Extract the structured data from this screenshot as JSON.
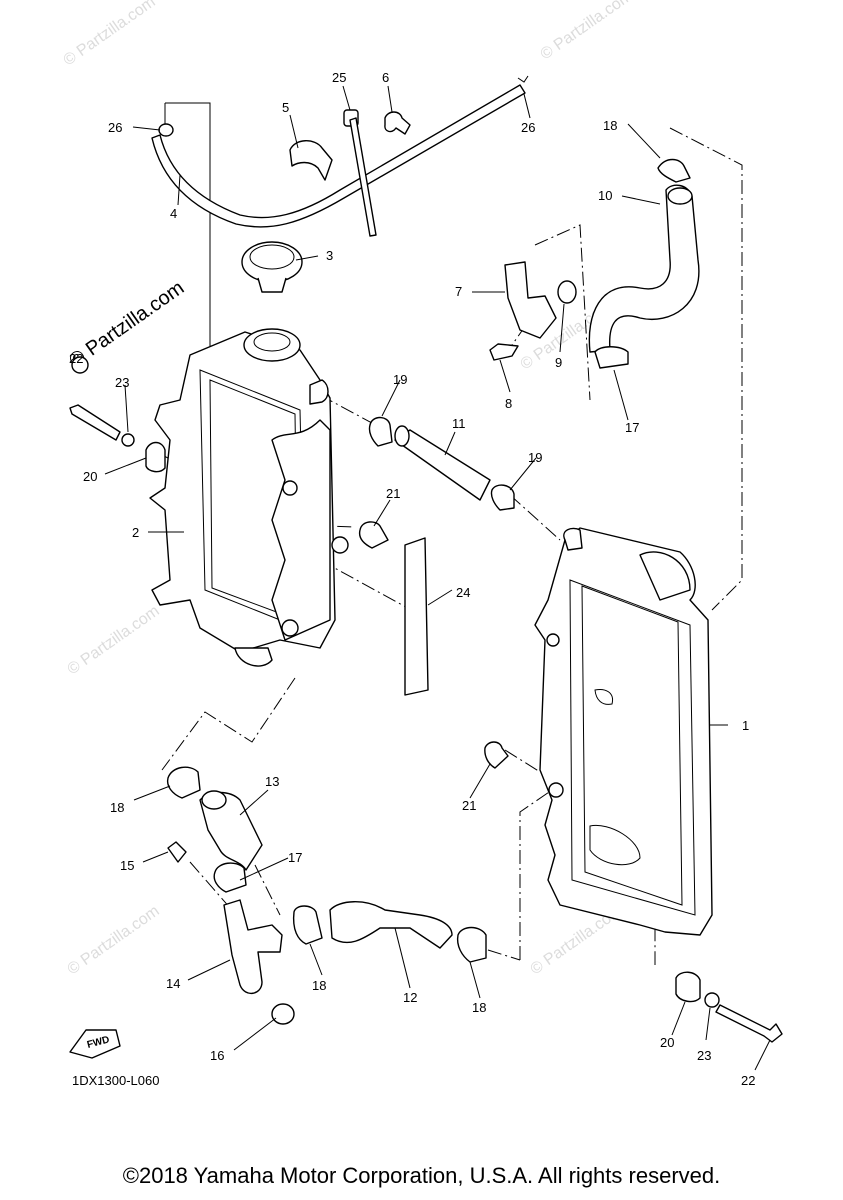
{
  "diagram": {
    "drawing_code": "1DX1300-L060",
    "fwd_label": "FWD",
    "copyright": "©2018 Yamaha Motor Corporation, U.S.A. All rights reserved.",
    "watermark_text": "© Partzilla.com",
    "watermark_dark_text": "© Partzilla.com",
    "callouts": {
      "c1": "1",
      "c2": "2",
      "c3": "3",
      "c4": "4",
      "c5": "5",
      "c6": "6",
      "c7": "7",
      "c8": "8",
      "c9": "9",
      "c10": "10",
      "c11": "11",
      "c12": "12",
      "c13": "13",
      "c14": "14",
      "c15": "15",
      "c16": "16",
      "c17a": "17",
      "c17b": "17",
      "c18a": "18",
      "c18b": "18",
      "c18c": "18",
      "c18d": "18",
      "c19a": "19",
      "c19b": "19",
      "c20a": "20",
      "c20b": "20",
      "c21a": "21",
      "c21b": "21",
      "c22a": "22",
      "c22b": "22",
      "c23a": "23",
      "c23b": "23",
      "c24": "24",
      "c25": "25",
      "c26a": "26",
      "c26b": "26"
    }
  }
}
